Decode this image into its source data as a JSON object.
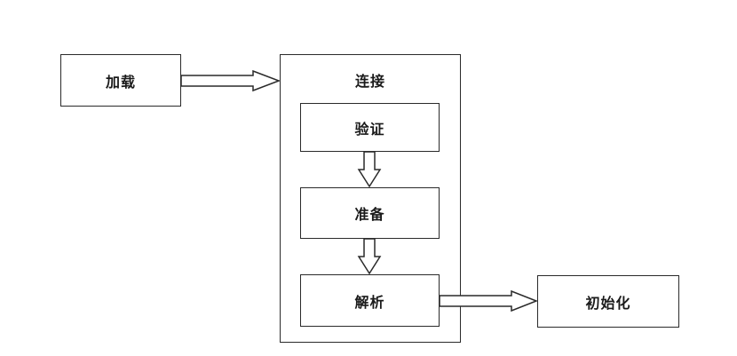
{
  "nodes": {
    "load": "加载",
    "linking": "连接",
    "verify": "验证",
    "prepare": "准备",
    "resolve": "解析",
    "initialize": "初始化"
  },
  "edges": [
    {
      "from": "load",
      "to": "linking"
    },
    {
      "from": "verify",
      "to": "prepare"
    },
    {
      "from": "prepare",
      "to": "resolve"
    },
    {
      "from": "resolve",
      "to": "initialize"
    }
  ]
}
